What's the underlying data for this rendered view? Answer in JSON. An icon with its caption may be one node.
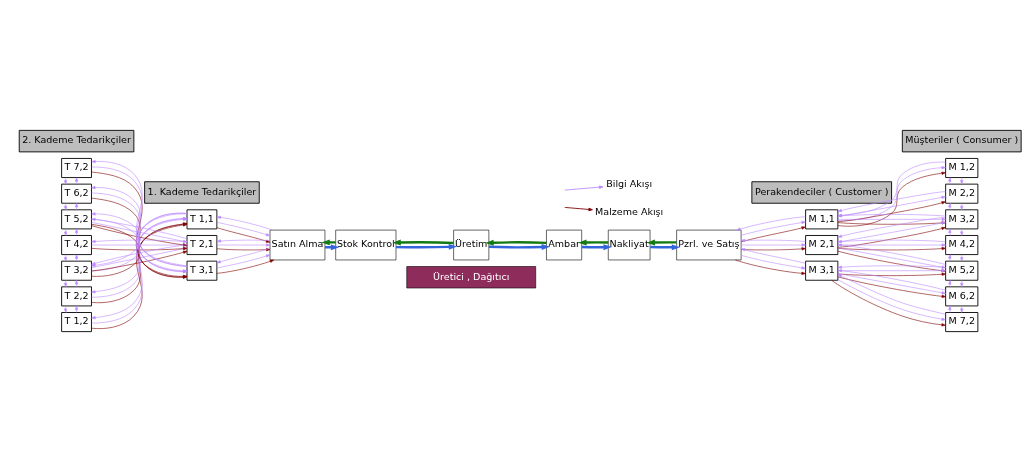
{
  "diagram": {
    "nodes": [
      {
        "text": [
          "2. Kademe Tedarikçiler"
        ]
      },
      {
        "text": [
          "1. Kademe Tedarikçiler"
        ]
      },
      {
        "text": [
          "Perakendeciler ( Customer )"
        ]
      },
      {
        "text": [
          "Müşteriler ( Consumer )"
        ]
      },
      {
        "text": [
          "Üretici , Dağıtıcı"
        ]
      },
      {
        "text": [
          "T 1,2"
        ]
      },
      {
        "text": [
          "T 2,2"
        ]
      },
      {
        "text": [
          "T 3,2"
        ]
      },
      {
        "text": [
          "T 4,2"
        ]
      },
      {
        "text": [
          "T 5,2"
        ]
      },
      {
        "text": [
          "T 6,2"
        ]
      },
      {
        "text": [
          "T 7,2"
        ]
      },
      {
        "text": [
          "T 1,1"
        ]
      },
      {
        "text": [
          "T 2,1"
        ]
      },
      {
        "text": [
          "T 3,1"
        ]
      },
      {
        "text": [
          "Satın Alma"
        ]
      },
      {
        "text": [
          "Stok Kontrol"
        ]
      },
      {
        "text": [
          "Üretim"
        ]
      },
      {
        "text": [
          "Ambar"
        ]
      },
      {
        "text": [
          "Nakliyat"
        ]
      },
      {
        "text": [
          "Pzrl. ve Satış"
        ]
      },
      {
        "text": [
          "M 1,1"
        ]
      },
      {
        "text": [
          "M 2,1"
        ]
      },
      {
        "text": [
          "M 3,1"
        ]
      },
      {
        "text": [
          "M 1,2"
        ]
      },
      {
        "text": [
          "M 2,2"
        ]
      },
      {
        "text": [
          "M 3,2"
        ]
      },
      {
        "text": [
          "M 4,2"
        ]
      },
      {
        "text": [
          "M 5,2"
        ]
      },
      {
        "text": [
          "M 6,2"
        ]
      },
      {
        "text": [
          "M 7,2"
        ]
      }
    ],
    "edges": [
      {
        "from": 5,
        "to": 6,
        "arrow": "to"
      },
      {
        "from": 6,
        "to": 5,
        "arrow": "to"
      },
      {
        "from": 6,
        "to": 7,
        "arrow": "to"
      },
      {
        "from": 7,
        "to": 6,
        "arrow": "to"
      },
      {
        "from": 7,
        "to": 8,
        "arrow": "to"
      },
      {
        "from": 8,
        "to": 7,
        "arrow": "to"
      },
      {
        "from": 8,
        "to": 9,
        "arrow": "to"
      },
      {
        "from": 9,
        "to": 8,
        "arrow": "to"
      },
      {
        "from": 9,
        "to": 10,
        "arrow": "to"
      },
      {
        "from": 10,
        "to": 9,
        "arrow": "to"
      },
      {
        "from": 10,
        "to": 11,
        "arrow": "to"
      },
      {
        "from": 11,
        "to": 10,
        "arrow": "to"
      },
      {
        "from": 5,
        "to": 12,
        "arrow": "to",
        "color": "#800000"
      },
      {
        "from": 5,
        "to": 12,
        "arrow": "to"
      },
      {
        "from": 12,
        "to": 5,
        "arrow": "to"
      },
      {
        "from": 6,
        "to": 12,
        "arrow": "to",
        "color": "#800000"
      },
      {
        "from": 6,
        "to": 12,
        "arrow": "to"
      },
      {
        "from": 12,
        "to": 6,
        "arrow": "to"
      },
      {
        "from": 7,
        "to": 12,
        "arrow": "to",
        "color": "#800000"
      },
      {
        "from": 7,
        "to": 12,
        "arrow": "to"
      },
      {
        "from": 12,
        "to": 7,
        "arrow": "to"
      },
      {
        "from": 7,
        "to": 13,
        "arrow": "to",
        "color": "#800000"
      },
      {
        "from": 7,
        "to": 13,
        "arrow": "to"
      },
      {
        "from": 13,
        "to": 7,
        "arrow": "to"
      },
      {
        "from": 8,
        "to": 13,
        "arrow": "to",
        "color": "#800000"
      },
      {
        "from": 8,
        "to": 13,
        "arrow": "to"
      },
      {
        "from": 13,
        "to": 8,
        "arrow": "to"
      },
      {
        "from": 9,
        "to": 13,
        "arrow": "to",
        "color": "#800000"
      },
      {
        "from": 9,
        "to": 13,
        "arrow": "to"
      },
      {
        "from": 13,
        "to": 9,
        "arrow": "to"
      },
      {
        "from": 9,
        "to": 14,
        "arrow": "to",
        "color": "#800000"
      },
      {
        "from": 9,
        "to": 14,
        "arrow": "to"
      },
      {
        "from": 14,
        "to": 9,
        "arrow": "to"
      },
      {
        "from": 10,
        "to": 14,
        "arrow": "to",
        "color": "#800000"
      },
      {
        "from": 10,
        "to": 14,
        "arrow": "to"
      },
      {
        "from": 14,
        "to": 10,
        "arrow": "to"
      },
      {
        "from": 11,
        "to": 14,
        "arrow": "to",
        "color": "#800000"
      },
      {
        "from": 11,
        "to": 14,
        "arrow": "to"
      },
      {
        "from": 14,
        "to": 11,
        "arrow": "to"
      },
      {
        "from": 12,
        "to": 15,
        "arrow": "to",
        "color": "#800000"
      },
      {
        "from": 12,
        "to": 15,
        "arrow": "to"
      },
      {
        "from": 15,
        "to": 12,
        "arrow": "to"
      },
      {
        "from": 13,
        "to": 15,
        "arrow": "to",
        "color": "#800000"
      },
      {
        "from": 13,
        "to": 15,
        "arrow": "to"
      },
      {
        "from": 15,
        "to": 13,
        "arrow": "to"
      },
      {
        "from": 14,
        "to": 15,
        "arrow": "to",
        "color": "#800000"
      },
      {
        "from": 14,
        "to": 15,
        "arrow": "to"
      },
      {
        "from": 15,
        "to": 14,
        "arrow": "to"
      },
      {
        "from": 16,
        "to": 15,
        "arrow": "to",
        "style": "thick",
        "color": "#137a13"
      },
      {
        "from": 17,
        "to": 16,
        "arrow": "to",
        "style": "thick",
        "color": "#137a13"
      },
      {
        "from": 18,
        "to": 17,
        "arrow": "to",
        "style": "thick",
        "color": "#137a13"
      },
      {
        "from": 19,
        "to": 18,
        "arrow": "to",
        "style": "thick",
        "color": "#137a13"
      },
      {
        "from": 20,
        "to": 19,
        "arrow": "to",
        "style": "thick",
        "color": "#137a13"
      },
      {
        "from": 15,
        "to": 16,
        "arrow": "to",
        "style": "thick",
        "color": "#3366dd"
      },
      {
        "from": 16,
        "to": 17,
        "arrow": "to",
        "style": "thick",
        "color": "#3366dd"
      },
      {
        "from": 17,
        "to": 18,
        "arrow": "to",
        "style": "thick",
        "color": "#3366dd"
      },
      {
        "from": 18,
        "to": 19,
        "arrow": "to",
        "style": "thick",
        "color": "#3366dd"
      },
      {
        "from": 19,
        "to": 20,
        "arrow": "to",
        "style": "thick",
        "color": "#3366dd"
      },
      {
        "from": 20,
        "to": 21,
        "arrow": "to",
        "color": "#800000"
      },
      {
        "from": 20,
        "to": 21,
        "arrow": "to"
      },
      {
        "from": 21,
        "to": 20,
        "arrow": "to"
      },
      {
        "from": 20,
        "to": 22,
        "arrow": "to",
        "color": "#800000"
      },
      {
        "from": 20,
        "to": 22,
        "arrow": "to"
      },
      {
        "from": 22,
        "to": 20,
        "arrow": "to"
      },
      {
        "from": 20,
        "to": 23,
        "arrow": "to",
        "color": "#800000"
      },
      {
        "from": 20,
        "to": 23,
        "arrow": "to"
      },
      {
        "from": 23,
        "to": 20,
        "arrow": "to"
      },
      {
        "from": 21,
        "to": 24,
        "arrow": "to",
        "color": "#800000"
      },
      {
        "from": 21,
        "to": 24,
        "arrow": "to"
      },
      {
        "from": 24,
        "to": 21,
        "arrow": "to"
      },
      {
        "from": 21,
        "to": 25,
        "arrow": "to",
        "color": "#800000"
      },
      {
        "from": 21,
        "to": 25,
        "arrow": "to"
      },
      {
        "from": 25,
        "to": 21,
        "arrow": "to"
      },
      {
        "from": 21,
        "to": 26,
        "arrow": "to",
        "color": "#800000"
      },
      {
        "from": 21,
        "to": 26,
        "arrow": "to"
      },
      {
        "from": 26,
        "to": 21,
        "arrow": "to"
      },
      {
        "from": 22,
        "to": 26,
        "arrow": "to",
        "color": "#800000"
      },
      {
        "from": 22,
        "to": 26,
        "arrow": "to"
      },
      {
        "from": 26,
        "to": 22,
        "arrow": "to"
      },
      {
        "from": 22,
        "to": 27,
        "arrow": "to",
        "color": "#800000"
      },
      {
        "from": 22,
        "to": 27,
        "arrow": "to"
      },
      {
        "from": 27,
        "to": 22,
        "arrow": "to"
      },
      {
        "from": 22,
        "to": 28,
        "arrow": "to",
        "color": "#800000"
      },
      {
        "from": 22,
        "to": 28,
        "arrow": "to"
      },
      {
        "from": 28,
        "to": 22,
        "arrow": "to"
      },
      {
        "from": 23,
        "to": 28,
        "arrow": "to",
        "color": "#800000"
      },
      {
        "from": 23,
        "to": 28,
        "arrow": "to"
      },
      {
        "from": 28,
        "to": 23,
        "arrow": "to"
      },
      {
        "from": 23,
        "to": 29,
        "arrow": "to",
        "color": "#800000"
      },
      {
        "from": 23,
        "to": 29,
        "arrow": "to"
      },
      {
        "from": 29,
        "to": 23,
        "arrow": "to"
      },
      {
        "from": 23,
        "to": 30,
        "arrow": "to",
        "color": "#800000"
      },
      {
        "from": 23,
        "to": 30,
        "arrow": "to"
      },
      {
        "from": 30,
        "to": 23,
        "arrow": "to"
      },
      {
        "from": 24,
        "to": 25,
        "arrow": "to"
      },
      {
        "from": 25,
        "to": 24,
        "arrow": "to"
      },
      {
        "from": 25,
        "to": 26,
        "arrow": "to"
      },
      {
        "from": 26,
        "to": 25,
        "arrow": "to"
      },
      {
        "from": 26,
        "to": 27,
        "arrow": "to"
      },
      {
        "from": 27,
        "to": 26,
        "arrow": "to"
      },
      {
        "from": 27,
        "to": 28,
        "arrow": "to"
      },
      {
        "from": 28,
        "to": 27,
        "arrow": "to"
      },
      {
        "from": 28,
        "to": 29,
        "arrow": "to"
      },
      {
        "from": 29,
        "to": 28,
        "arrow": "to"
      },
      {
        "from": 29,
        "to": 30,
        "arrow": "to"
      },
      {
        "from": 30,
        "to": 29,
        "arrow": "to"
      }
    ],
    "legend": [
      {
        "text": "Bilgi Akışı"
      },
      {
        "text": "Malzeme Akışı"
      }
    ]
  }
}
